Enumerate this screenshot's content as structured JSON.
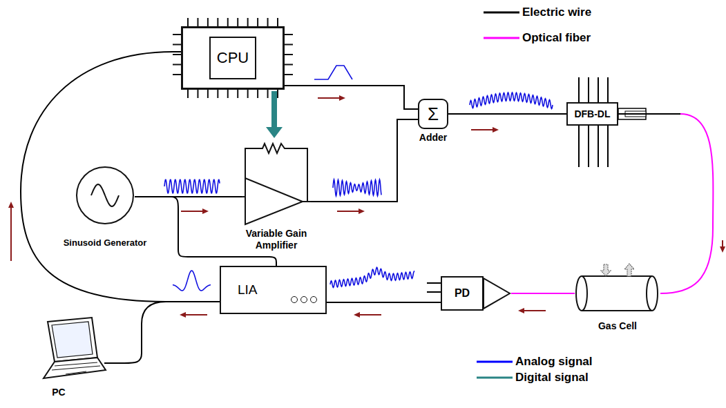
{
  "diagram": {
    "nodes": [
      {
        "text": [
          "CPU"
        ]
      },
      {
        "text": [
          "Σ",
          "Adder"
        ]
      },
      {
        "text": [
          "DFB-DL"
        ]
      },
      {
        "text": [
          "Sinusoid Generator"
        ]
      },
      {
        "text": [
          "Variable Gain Amplifier"
        ]
      },
      {
        "text": [
          "LIA"
        ]
      },
      {
        "text": [
          "PD"
        ]
      },
      {
        "text": [
          "Gas Cell"
        ]
      },
      {
        "text": [
          "PC"
        ]
      }
    ],
    "edges": [
      {
        "from": 0,
        "to": 1,
        "arrow": "none"
      },
      {
        "from": 4,
        "to": 1,
        "arrow": "none"
      },
      {
        "from": 1,
        "to": 2,
        "arrow": "none"
      },
      {
        "from": 2,
        "to": 7,
        "arrow": "none"
      },
      {
        "from": 7,
        "to": 6,
        "arrow": "none"
      },
      {
        "from": 6,
        "to": 5,
        "arrow": "none"
      },
      {
        "from": 5,
        "to": 0,
        "arrow": "none"
      },
      {
        "from": 5,
        "to": 8,
        "arrow": "none"
      },
      {
        "from": 3,
        "to": 4,
        "arrow": "none"
      },
      {
        "from": 3,
        "to": 5,
        "arrow": "none"
      },
      {
        "from": 0,
        "to": 4,
        "arrow": "to"
      }
    ],
    "legend": [
      {
        "text": "Electric wire"
      },
      {
        "text": "Optical fiber"
      },
      {
        "text": "Analog signal"
      },
      {
        "text": "Digital signal"
      }
    ]
  }
}
